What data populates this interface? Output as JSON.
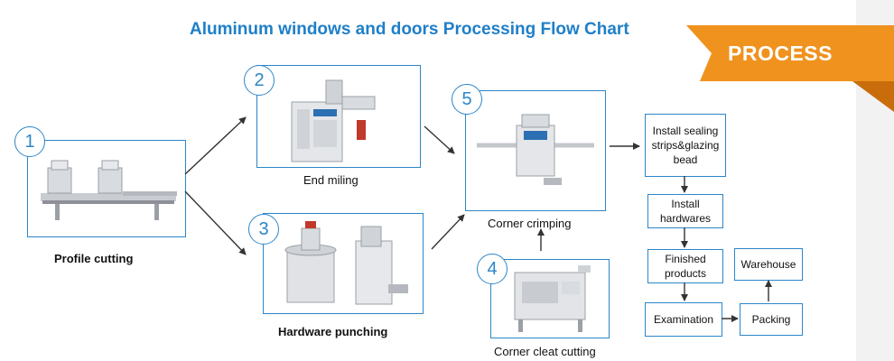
{
  "title": "Aluminum windows and doors Processing Flow Chart",
  "badge": {
    "label": "PROCESS",
    "color": "#f0921e"
  },
  "accent_color": "#2c86c9",
  "steps": [
    {
      "number": "1",
      "label": "Profile cutting"
    },
    {
      "number": "2",
      "label": "End miling"
    },
    {
      "number": "3",
      "label": "Hardware punching"
    },
    {
      "number": "4",
      "label": "Corner cleat cutting"
    },
    {
      "number": "5",
      "label": "Corner crimping"
    }
  ],
  "flow": [
    {
      "label": "Install sealing strips&glazing bead"
    },
    {
      "label": "Install hardwares"
    },
    {
      "label": "Finished products"
    },
    {
      "label": "Examination"
    },
    {
      "label": "Packing"
    },
    {
      "label": "Warehouse"
    }
  ]
}
